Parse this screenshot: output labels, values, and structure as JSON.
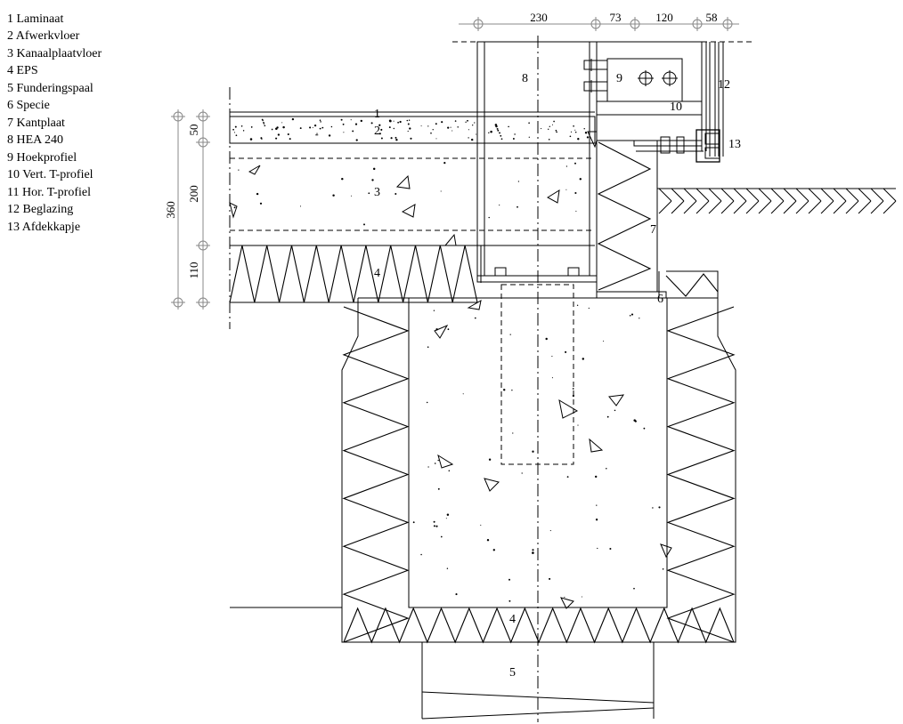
{
  "legend": [
    "1  Laminaat",
    "2  Afwerkvloer",
    "3  Kanaalplaatvloer",
    "4  EPS",
    "5  Funderingspaal",
    "6  Specie",
    "7  Kantplaat",
    "8  HEA 240",
    "9  Hoekprofiel",
    "10 Vert. T-profiel",
    "11  Hor. T-profiel",
    "12  Beglazing",
    "13  Afdekkapje"
  ],
  "dimensions": {
    "top": [
      "230",
      "73",
      "120",
      "58"
    ],
    "left_total": "360",
    "left_parts": [
      "50",
      "200",
      "110"
    ]
  },
  "labels": {
    "n1": "1",
    "n2": "2",
    "n3": "3",
    "n4a": "4",
    "n4b": "4",
    "n5": "5",
    "n6": "6",
    "n7": "7",
    "n8": "8",
    "n9": "9",
    "n10": "10",
    "n12": "12",
    "n13": "13"
  }
}
